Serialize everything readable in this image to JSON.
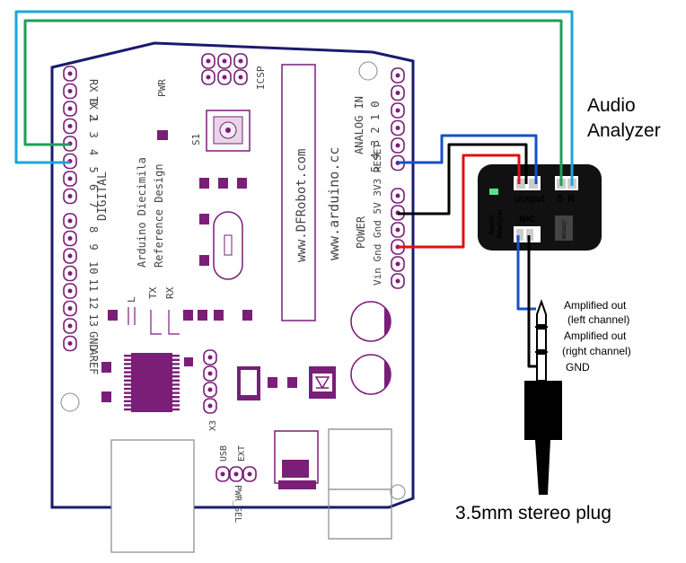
{
  "board": {
    "digital_label": "DIGITAL",
    "digital_pins_top": [
      "RX 0",
      "TX 1",
      "2",
      "3",
      "4",
      "5",
      "6",
      "7"
    ],
    "digital_pins_bottom": [
      "8",
      "9",
      "10",
      "11",
      "12",
      "13",
      "GND",
      "AREF"
    ],
    "pwr_label": "PWR",
    "icsp_label": "ICSP",
    "s1_label": "S1",
    "model_line1": "Arduino Diecimila",
    "model_line2": "Reference Design",
    "dfrobot": "www.DFRobot.com",
    "arduino": "www.arduino.cc",
    "analog_label": "ANALOG IN",
    "analog_pins": "5 4 3 2 1 0",
    "power_label": "POWER",
    "power_pins": "Vin Gnd Gnd 5V 3V3 RESET",
    "led_tx": "TX",
    "led_rx": "RX",
    "led_l": "L",
    "x3_label": "X3",
    "usb_label": "USB",
    "ext_label": "EXT",
    "pwr_sel_label": "PWR_SEL"
  },
  "module": {
    "title_line1": "Audio",
    "title_line2": "Analyzer",
    "output_label": "output",
    "s_label": "S",
    "r_label": "R",
    "mic_label": "MIC",
    "side_label_1": "Audio",
    "side_label_2": "Analyzer",
    "chip_label": "MSGEQ7"
  },
  "plug": {
    "tip_label_1": "Amplified out",
    "tip_label_2": "(left channel)",
    "ring_label_1": "Amplified out",
    "ring_label_2": "(right channel)",
    "sleeve_label": "GND",
    "caption": "3.5mm stereo plug"
  },
  "colors": {
    "board_outline": "#1a1a6e",
    "component_purple": "#7a1e78",
    "wire_cyan": "#1aa6de",
    "wire_green": "#1e9e5a",
    "wire_blue": "#1450c8",
    "wire_black": "#000000",
    "wire_red": "#e01010",
    "module_label_yellow": "#f0e000"
  }
}
